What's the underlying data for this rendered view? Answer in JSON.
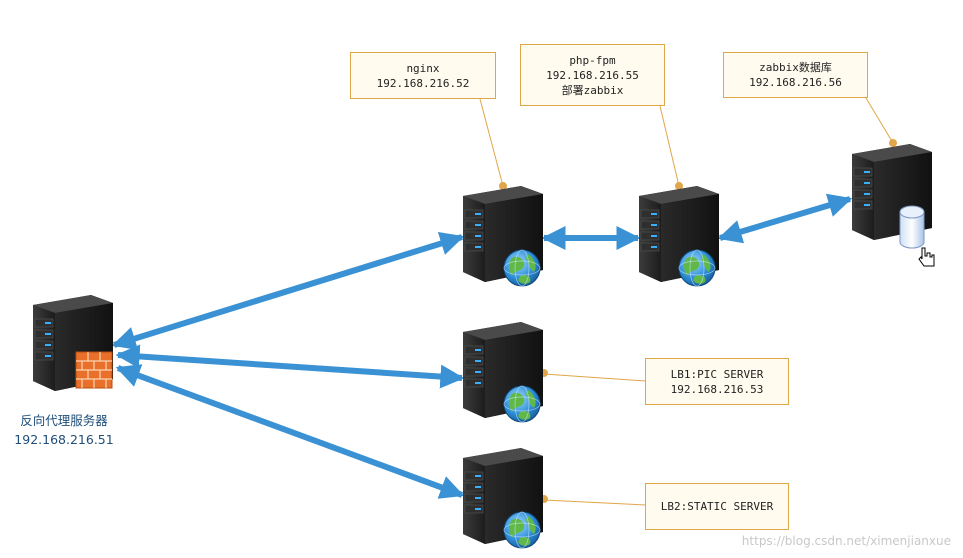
{
  "nodes": {
    "nginx": {
      "name": "nginx",
      "ip": "192.168.216.52"
    },
    "php_fpm": {
      "name": "php-fpm",
      "ip": "192.168.216.55",
      "note": "部署zabbix"
    },
    "zabbix_db": {
      "name": "zabbix数据库",
      "ip": "192.168.216.56"
    },
    "lb1": {
      "name": "LB1:PIC SERVER",
      "ip": "192.168.216.53"
    },
    "lb2": {
      "name": "LB2:STATIC SERVER"
    },
    "proxy": {
      "name": "反向代理服务器",
      "ip": "192.168.216.51"
    }
  },
  "watermark": "https://blog.csdn.net/ximenjianxue",
  "colors": {
    "arrow": "#3a92d4",
    "callout_border": "#e0a64a",
    "callout_bg": "#fffcef",
    "leader": "#e0a64a"
  },
  "icons": [
    "server-icon",
    "globe-icon",
    "firewall-icon",
    "database-icon",
    "hand-cursor-icon"
  ]
}
